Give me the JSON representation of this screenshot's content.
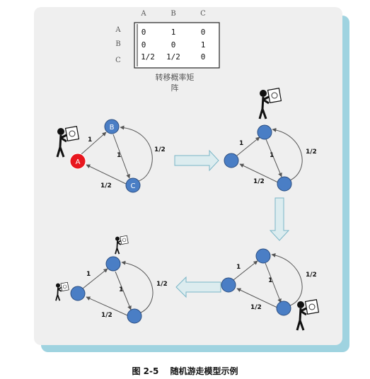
{
  "matrix": {
    "col_headers": [
      "A",
      "B",
      "C"
    ],
    "row_headers": [
      "A",
      "B",
      "C"
    ],
    "rows": [
      [
        "0",
        "1",
        "0"
      ],
      [
        "0",
        "0",
        "1"
      ],
      [
        "1/2",
        "1/2",
        "0"
      ]
    ],
    "caption_line1": "转移概率矩",
    "caption_line2": "阵"
  },
  "graph": {
    "node_labels": {
      "a": "A",
      "b": "B",
      "c": "C"
    },
    "edge_labels": {
      "ab": "1",
      "bc": "1",
      "cb": "1/2",
      "ca": "1/2"
    }
  },
  "colors": {
    "node": "#4a7ec5",
    "active_node": "#e8161e",
    "arrow_fill": "#dcecef",
    "panel": "#efefef",
    "shadow": "#9fd3e0"
  },
  "figure": {
    "number": "图 2-5",
    "title": "随机游走模型示例"
  }
}
